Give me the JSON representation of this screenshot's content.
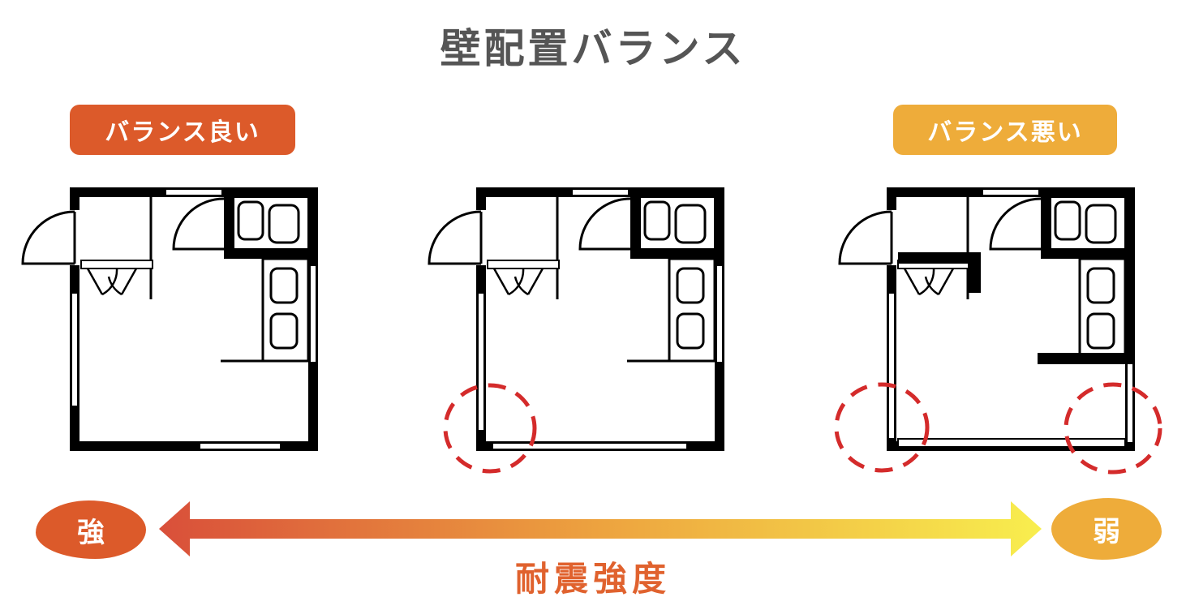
{
  "title": "壁配置バランス",
  "labels": {
    "good": "バランス良い",
    "bad": "バランス悪い"
  },
  "scale": {
    "strong": "強",
    "weak": "弱",
    "axis_label": "耐震強度"
  },
  "colors": {
    "strong": "#dc5a2a",
    "weak": "#eeac3a",
    "arrow_start": "#d94f3a",
    "arrow_end": "#f8ee4e",
    "highlight": "#d42b2b"
  }
}
